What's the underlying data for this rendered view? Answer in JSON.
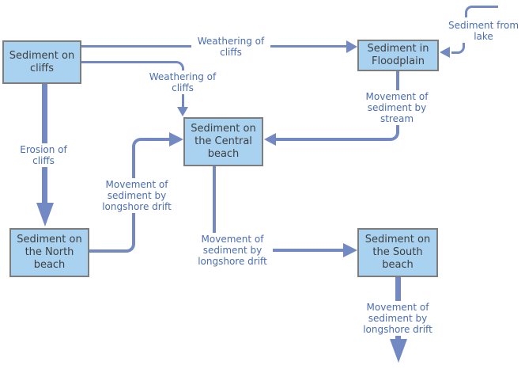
{
  "nodes": [
    {
      "id": "cliffs",
      "label": "Sediment on\ncliffs"
    },
    {
      "id": "floodplain",
      "label": "Sediment in\nFloodplain"
    },
    {
      "id": "central",
      "label": "Sediment on\nthe Central\nbeach"
    },
    {
      "id": "north",
      "label": "Sediment on\nthe North\nbeach"
    },
    {
      "id": "south",
      "label": "Sediment on\nthe South\nbeach"
    }
  ],
  "edges": [
    {
      "from": "Sediment on cliffs",
      "to": "Sediment in Floodplain",
      "label": "Weathering of\ncliffs"
    },
    {
      "from": "Sediment on cliffs",
      "to": "Sediment on the Central beach",
      "label": "Weathering of\ncliffs"
    },
    {
      "from": "Sediment on cliffs",
      "to": "Sediment on the North beach",
      "label": "Erosion of\ncliffs"
    },
    {
      "from": "Sediment in Floodplain",
      "to": "Sediment on the Central beach",
      "label": "Movement of\nsediment by\nstream"
    },
    {
      "from": "Sediment on the North beach",
      "to": "Sediment on the Central beach",
      "label": "Movement of\nsediment by\nlongshore drift"
    },
    {
      "from": "Sediment on the Central beach",
      "to": "Sediment on the South beach",
      "label": "Movement of\nsediment by\nlongshore drift"
    },
    {
      "from": "Sediment on the South beach",
      "to": "offscreen",
      "label": "Movement of\nsediment by\nlongshore drift"
    },
    {
      "from": "offscreen",
      "to": "Sediment in Floodplain",
      "label": "Sediment from\nlake"
    }
  ],
  "colors": {
    "node_fill": "#a9d2f1",
    "node_border": "#7d7d7d",
    "node_text": "#3e3e3e",
    "connector": "#7289c4",
    "label_text": "#4a6db5",
    "background": "#ffffff"
  }
}
